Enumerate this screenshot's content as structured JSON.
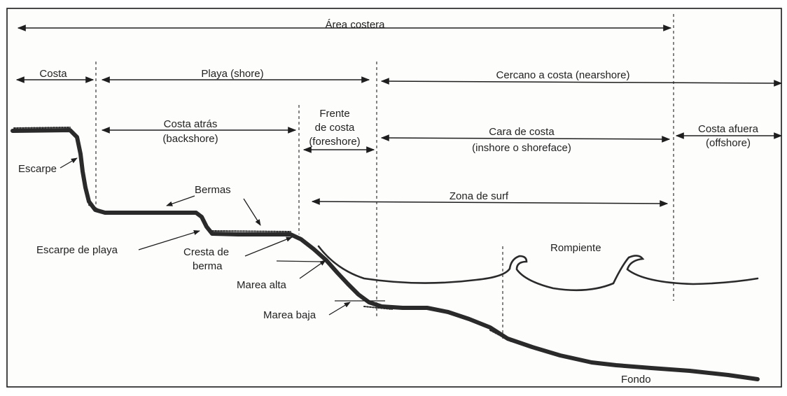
{
  "diagram": {
    "top_zone": {
      "label": "Área costera"
    },
    "zones_row1": [
      {
        "id": "costa",
        "label": "Costa"
      },
      {
        "id": "playa",
        "label": "Playa (shore)"
      },
      {
        "id": "cercano",
        "label": "Cercano a costa (nearshore)"
      }
    ],
    "zones_row2": {
      "backshore": {
        "line1": "Costa atrás",
        "line2": "(backshore)"
      },
      "foreshore": {
        "line1": "Frente",
        "line2": "de costa",
        "line3": "(foreshore)"
      },
      "shoreface": {
        "line1": "Cara de costa",
        "line2": "(inshore o shoreface)"
      },
      "offshore": {
        "line1": "Costa afuera",
        "line2": "(offshore)"
      }
    },
    "surf_zone": {
      "label": "Zona de surf"
    },
    "features": {
      "escarpe": "Escarpe",
      "bermas": "Bermas",
      "escarpe_playa": "Escarpe de playa",
      "cresta_line1": "Cresta de",
      "cresta_line2": "berma",
      "marea_alta": "Marea alta",
      "marea_baja": "Marea baja",
      "rompiente": "Rompiente",
      "fondo": "Fondo"
    },
    "colors": {
      "ink": "#222222",
      "paper": "#fdfdfc",
      "margin": "#ffffff"
    }
  }
}
